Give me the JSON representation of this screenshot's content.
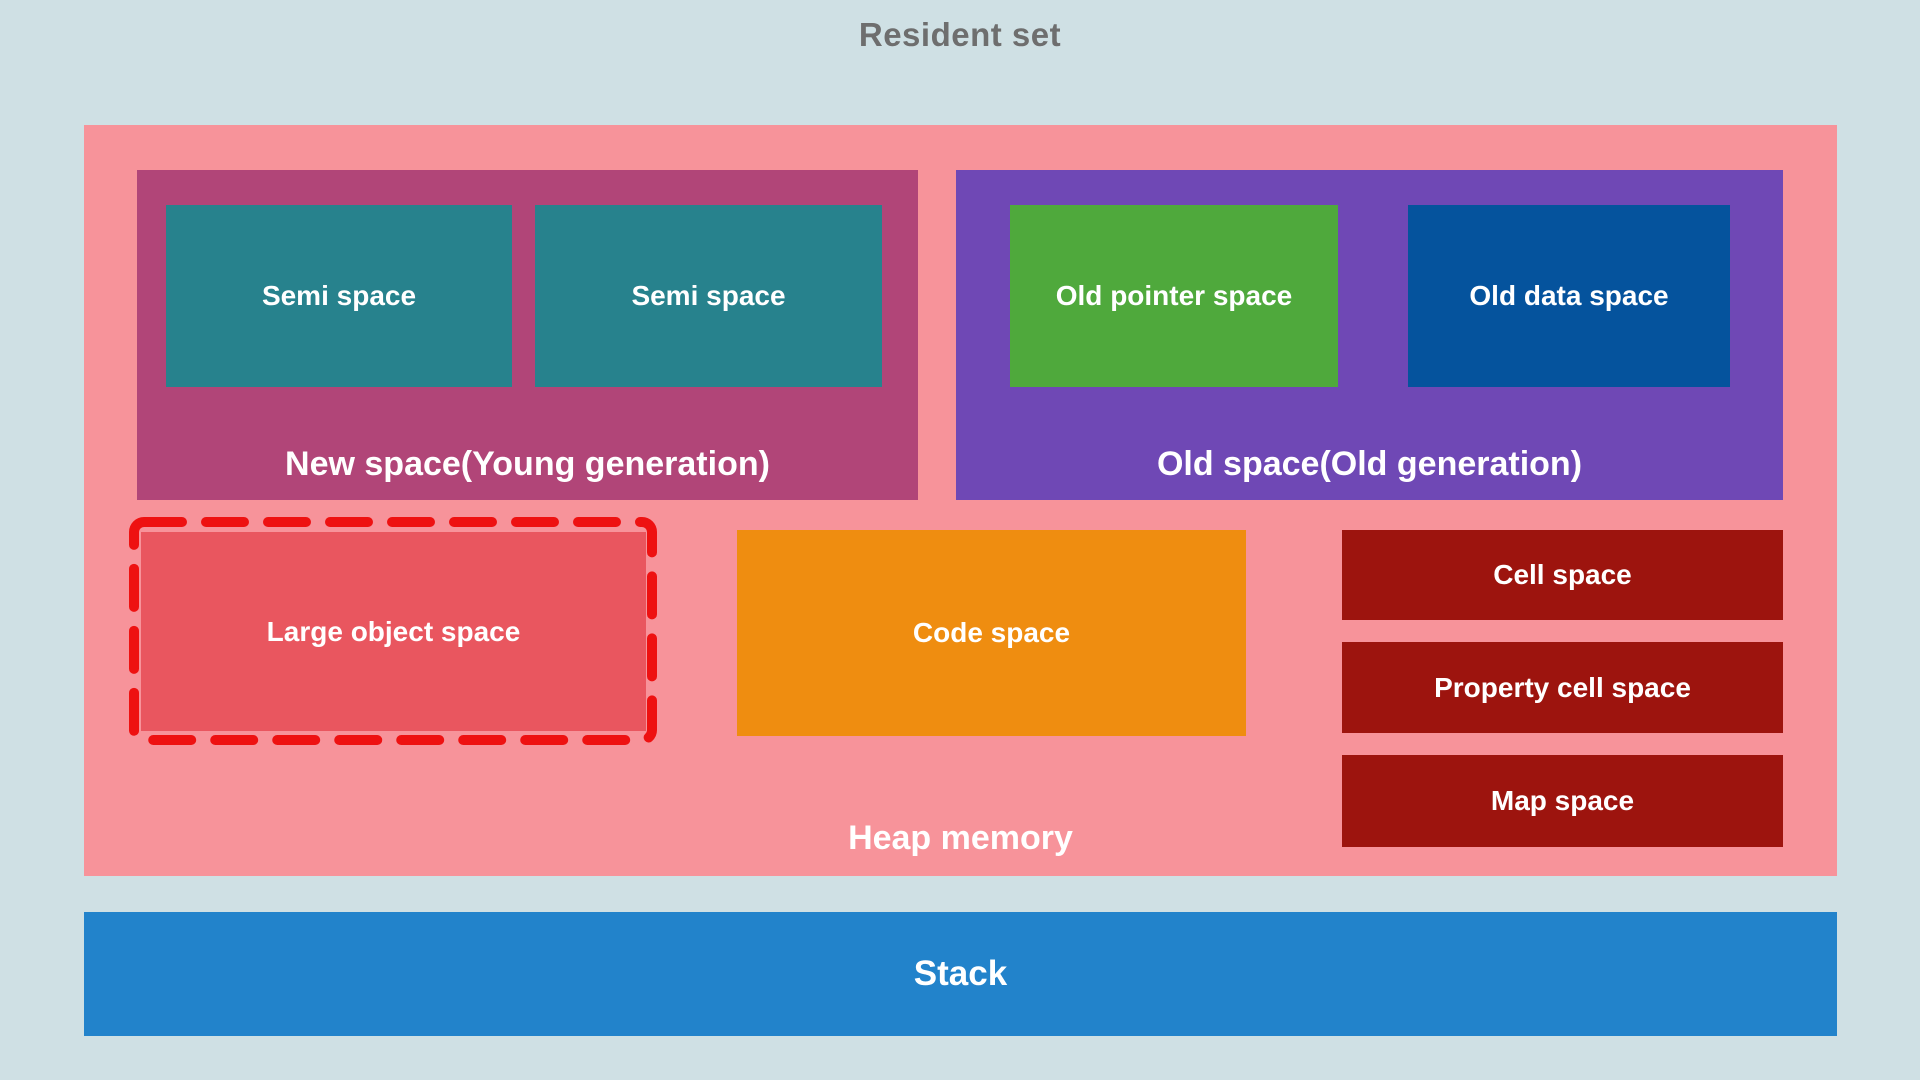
{
  "title": "Resident set",
  "colors": {
    "background": "#cfe0e4",
    "title_text": "#6e6e6e",
    "label_text": "#ffffff",
    "heap": "#f7939a",
    "new_space": "#b14578",
    "semi_space": "#27828d",
    "old_space": "#6f48b5",
    "old_pointer_space": "#4fa93c",
    "old_data_space": "#05539d",
    "large_object_space": "#e9565f",
    "large_object_dash": "#ee1111",
    "code_space": "#ef8d10",
    "side_space": "#9d140e",
    "stack": "#2283cb"
  },
  "heap": {
    "label": "Heap memory",
    "new_space": {
      "label": "New space(Young generation)",
      "semi_spaces": [
        "Semi space",
        "Semi space"
      ]
    },
    "old_space": {
      "label": "Old space(Old generation)",
      "old_pointer_label": "Old pointer space",
      "old_data_label": "Old data space"
    },
    "large_object_label": "Large object space",
    "code_label": "Code space",
    "side_spaces": [
      "Cell space",
      "Property cell space",
      "Map space"
    ]
  },
  "stack_label": "Stack"
}
